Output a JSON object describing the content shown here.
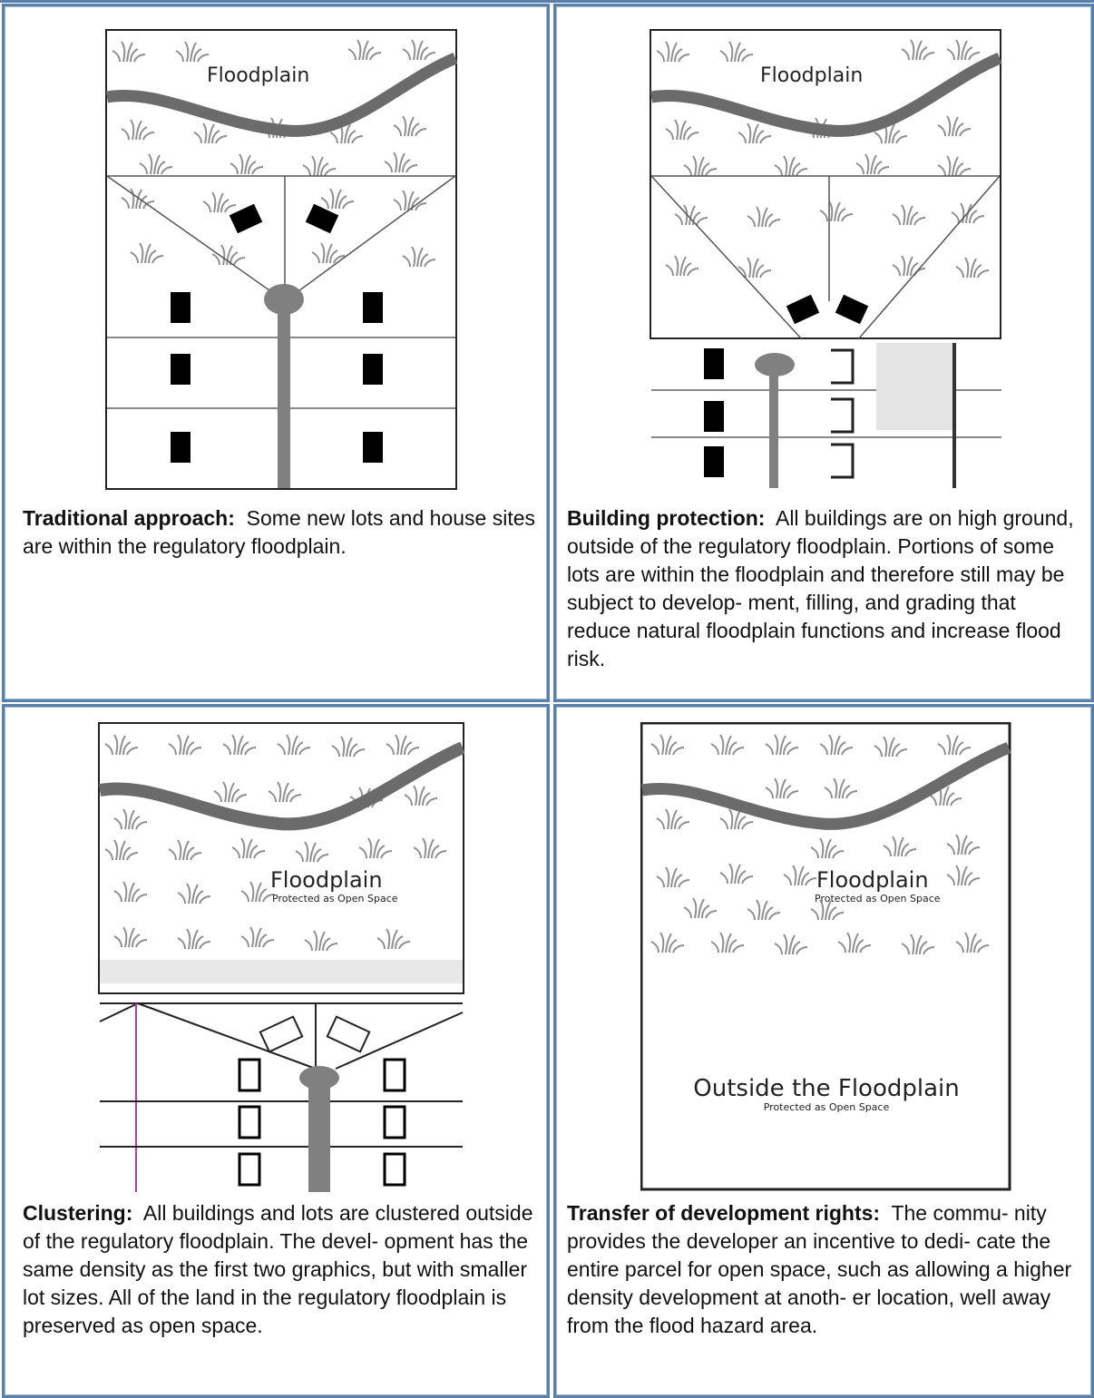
{
  "panels": [
    {
      "figure": {
        "floodplain_label": "Floodplain"
      },
      "caption": {
        "heading": "Traditional approach:",
        "body": "Some new lots and house sites are within the regulatory floodplain."
      }
    },
    {
      "figure": {
        "floodplain_label": "Floodplain"
      },
      "caption": {
        "heading": "Building protection:",
        "body": "All buildings are on high ground, outside of the regulatory floodplain. Portions of some lots are within the floodplain and therefore still may be subject to develop- ment, filling, and grading that reduce natural floodplain functions and increase flood risk."
      }
    },
    {
      "figure": {
        "floodplain_label": "Floodplain",
        "floodplain_sublabel": "Protected as Open Space"
      },
      "caption": {
        "heading": "Clustering:",
        "body": "All buildings and lots are clustered outside of the regulatory floodplain. The devel- opment has the same density as the first two graphics, but with smaller lot sizes. All of the land in the regulatory floodplain is preserved as open space."
      }
    },
    {
      "figure": {
        "floodplain_label": "Floodplain",
        "floodplain_sublabel": "Protected as Open Space",
        "outside_label": "Outside the Floodplain",
        "outside_sublabel": "Protected as Open Space"
      },
      "caption": {
        "heading": "Transfer of development rights:",
        "body": "The commu- nity provides the developer an incentive to dedi- cate the entire parcel for open space, such as allowing a higher density development at anoth- er location, well away from the flood hazard area."
      }
    }
  ],
  "colors": {
    "border": "#5a7fa8",
    "river": "#6b6b6b",
    "road": "#808080",
    "building": "#000000",
    "grass": "#9a9a9a"
  }
}
